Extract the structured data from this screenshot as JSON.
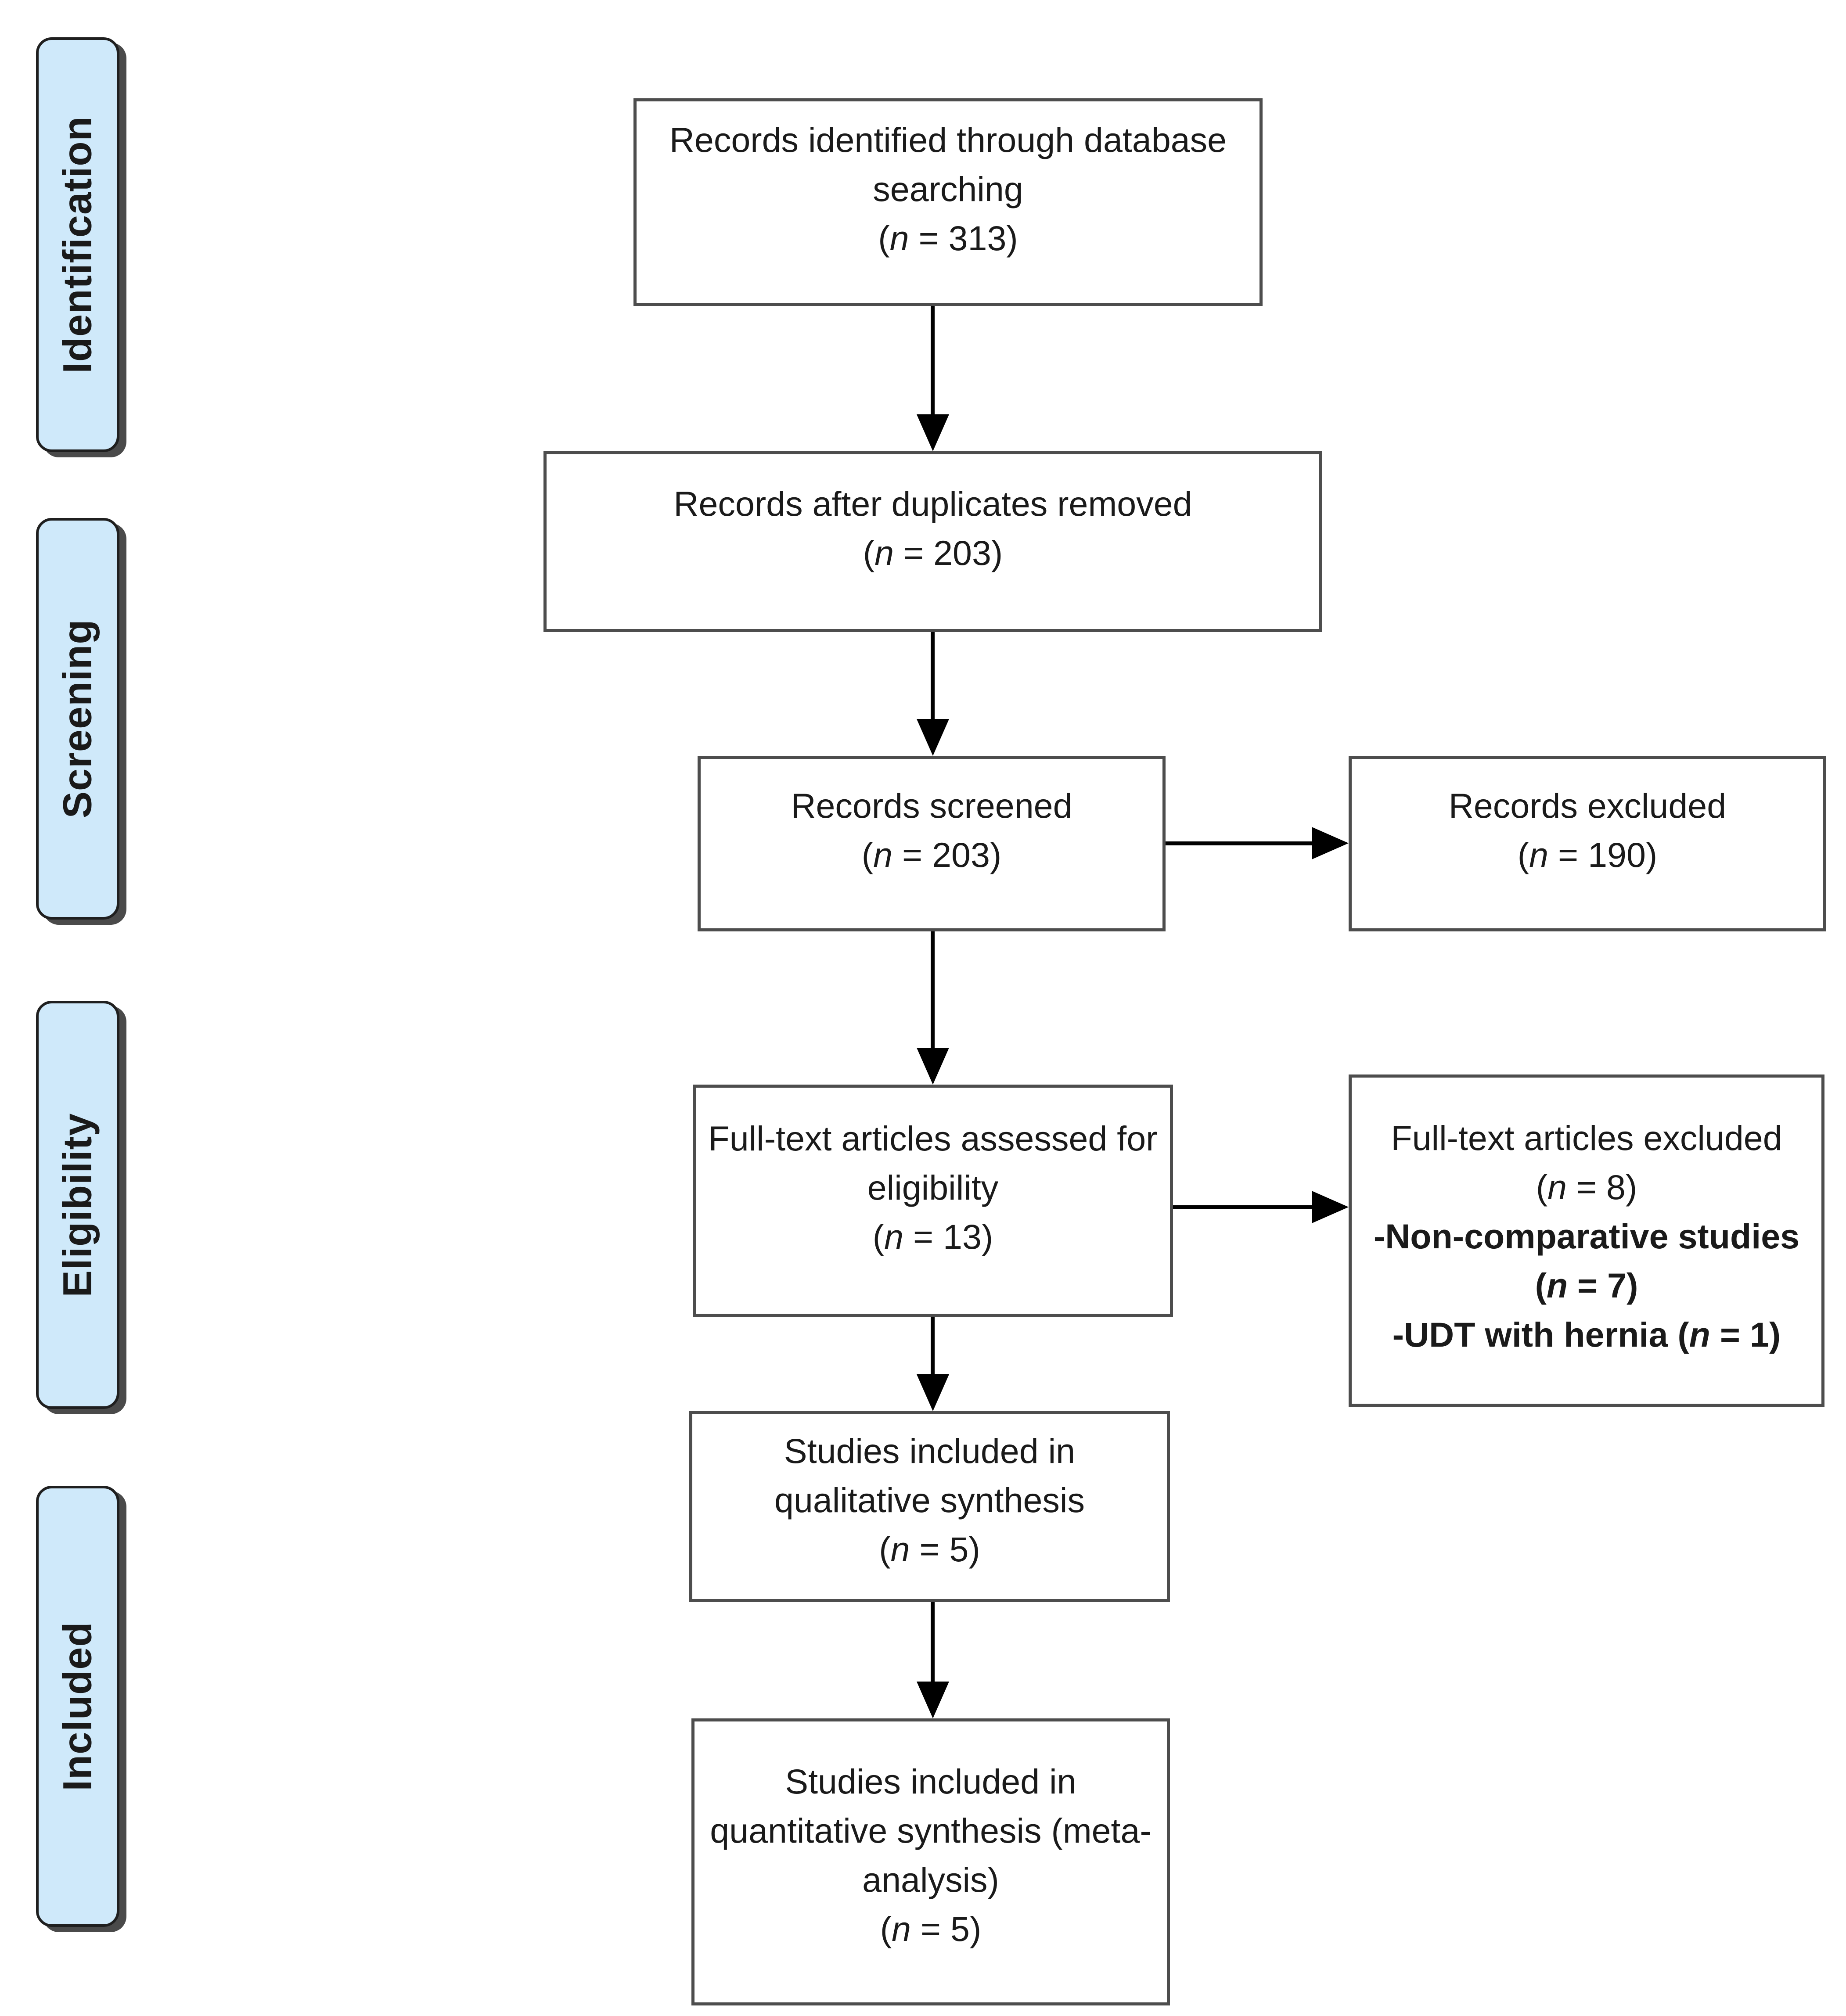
{
  "diagram_type": "prisma-flow-diagram",
  "colors": {
    "background": "#ffffff",
    "stage_fill": "#cfe9fa",
    "stage_border": "#1f1f1f",
    "stage_shadow": "#4a4a4a",
    "box_border": "#4d4d4d",
    "arrow": "#000000",
    "text": "#1a1a1a"
  },
  "stages": [
    {
      "label": "Identification"
    },
    {
      "label": "Screening"
    },
    {
      "label": "Eligibility"
    },
    {
      "label": "Included"
    }
  ],
  "boxes": {
    "records_identified": {
      "lines": [
        {
          "text": "Records identified through database"
        },
        {
          "text": "searching"
        },
        {
          "pre": "(",
          "n": "n",
          "post": " = 313)"
        }
      ]
    },
    "duplicates_removed": {
      "lines": [
        {
          "text": "Records after duplicates removed"
        },
        {
          "pre": "(",
          "n": "n",
          "post": " = 203)"
        }
      ]
    },
    "records_screened": {
      "lines": [
        {
          "text": "Records screened"
        },
        {
          "pre": "(",
          "n": "n",
          "post": " = 203)"
        }
      ]
    },
    "records_excluded": {
      "lines": [
        {
          "text": "Records excluded"
        },
        {
          "pre": "(",
          "n": "n",
          "post": " = 190)"
        }
      ]
    },
    "fulltext_assessed": {
      "lines": [
        {
          "text": "Full-text articles assessed for"
        },
        {
          "text": "eligibility"
        },
        {
          "pre": "(",
          "n": "n",
          "post": " = 13)"
        }
      ]
    },
    "fulltext_excluded": {
      "lines": [
        {
          "text": "Full-text articles excluded"
        },
        {
          "pre": "(",
          "n": "n",
          "post": " = 8)"
        },
        {
          "text": "-Non-comparative studies",
          "bold": true
        },
        {
          "pre": "(",
          "n": "n",
          "post": " = 7)",
          "bold": true
        },
        {
          "pre": "-UDT with hernia (",
          "n": "n",
          "post": " = 1)",
          "bold": true
        }
      ]
    },
    "qualitative_synthesis": {
      "lines": [
        {
          "text": "Studies included in"
        },
        {
          "text": "qualitative synthesis"
        },
        {
          "pre": "(",
          "n": "n",
          "post": " = 5)"
        }
      ]
    },
    "quantitative_synthesis": {
      "lines": [
        {
          "text": "Studies included in"
        },
        {
          "text": "quantitative synthesis (meta-"
        },
        {
          "text": "analysis)"
        },
        {
          "pre": "(",
          "n": "n",
          "post": " = 5)"
        }
      ]
    }
  }
}
